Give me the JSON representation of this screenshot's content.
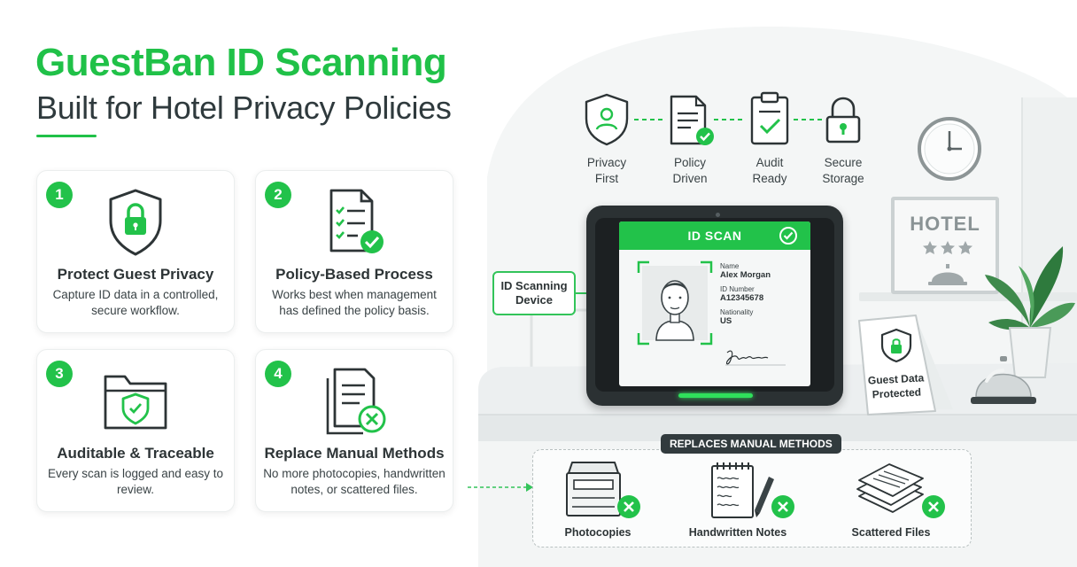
{
  "header": {
    "title": "GuestBan ID Scanning",
    "subtitle": "Built for Hotel Privacy Policies"
  },
  "features": [
    {
      "number": "1",
      "title": "Protect Guest Privacy",
      "description": "Capture ID data in a controlled, secure workflow.",
      "icon": "shield-lock-icon"
    },
    {
      "number": "2",
      "title": "Policy-Based Process",
      "description": "Works best when management has defined the policy basis.",
      "icon": "checklist-document-icon"
    },
    {
      "number": "3",
      "title": "Auditable & Traceable",
      "description": "Every scan is logged and easy to review.",
      "icon": "shield-folder-icon"
    },
    {
      "number": "4",
      "title": "Replace Manual Methods",
      "description": "No more photocopies, handwritten notes, or scattered files.",
      "icon": "document-x-icon"
    }
  ],
  "steps": [
    {
      "line1": "Privacy",
      "line2": "First",
      "icon": "user-shield-icon"
    },
    {
      "line1": "Policy",
      "line2": "Driven",
      "icon": "policy-document-icon"
    },
    {
      "line1": "Audit",
      "line2": "Ready",
      "icon": "clipboard-check-icon"
    },
    {
      "line1": "Secure",
      "line2": "Storage",
      "icon": "padlock-icon"
    }
  ],
  "device": {
    "callout_line1": "ID Scanning",
    "callout_line2": "Device",
    "screen_title": "ID SCAN",
    "fields": [
      {
        "label": "Name",
        "value": "Alex Morgan"
      },
      {
        "label": "ID Number",
        "value": "A12345678"
      },
      {
        "label": "Nationality",
        "value": "US"
      }
    ]
  },
  "scene": {
    "hotel_sign": "HOTEL",
    "tent_card_line1": "Guest Data",
    "tent_card_line2": "Protected"
  },
  "replaces": {
    "tag": "REPLACES MANUAL METHODS",
    "items": [
      {
        "label": "Photocopies",
        "icon": "photocopier-icon"
      },
      {
        "label": "Handwritten Notes",
        "icon": "notepad-pen-icon"
      },
      {
        "label": "Scattered Files",
        "icon": "paper-stack-icon"
      }
    ]
  },
  "colors": {
    "accent": "#22c24a",
    "text": "#2d3436",
    "dark": "#323b3e"
  }
}
